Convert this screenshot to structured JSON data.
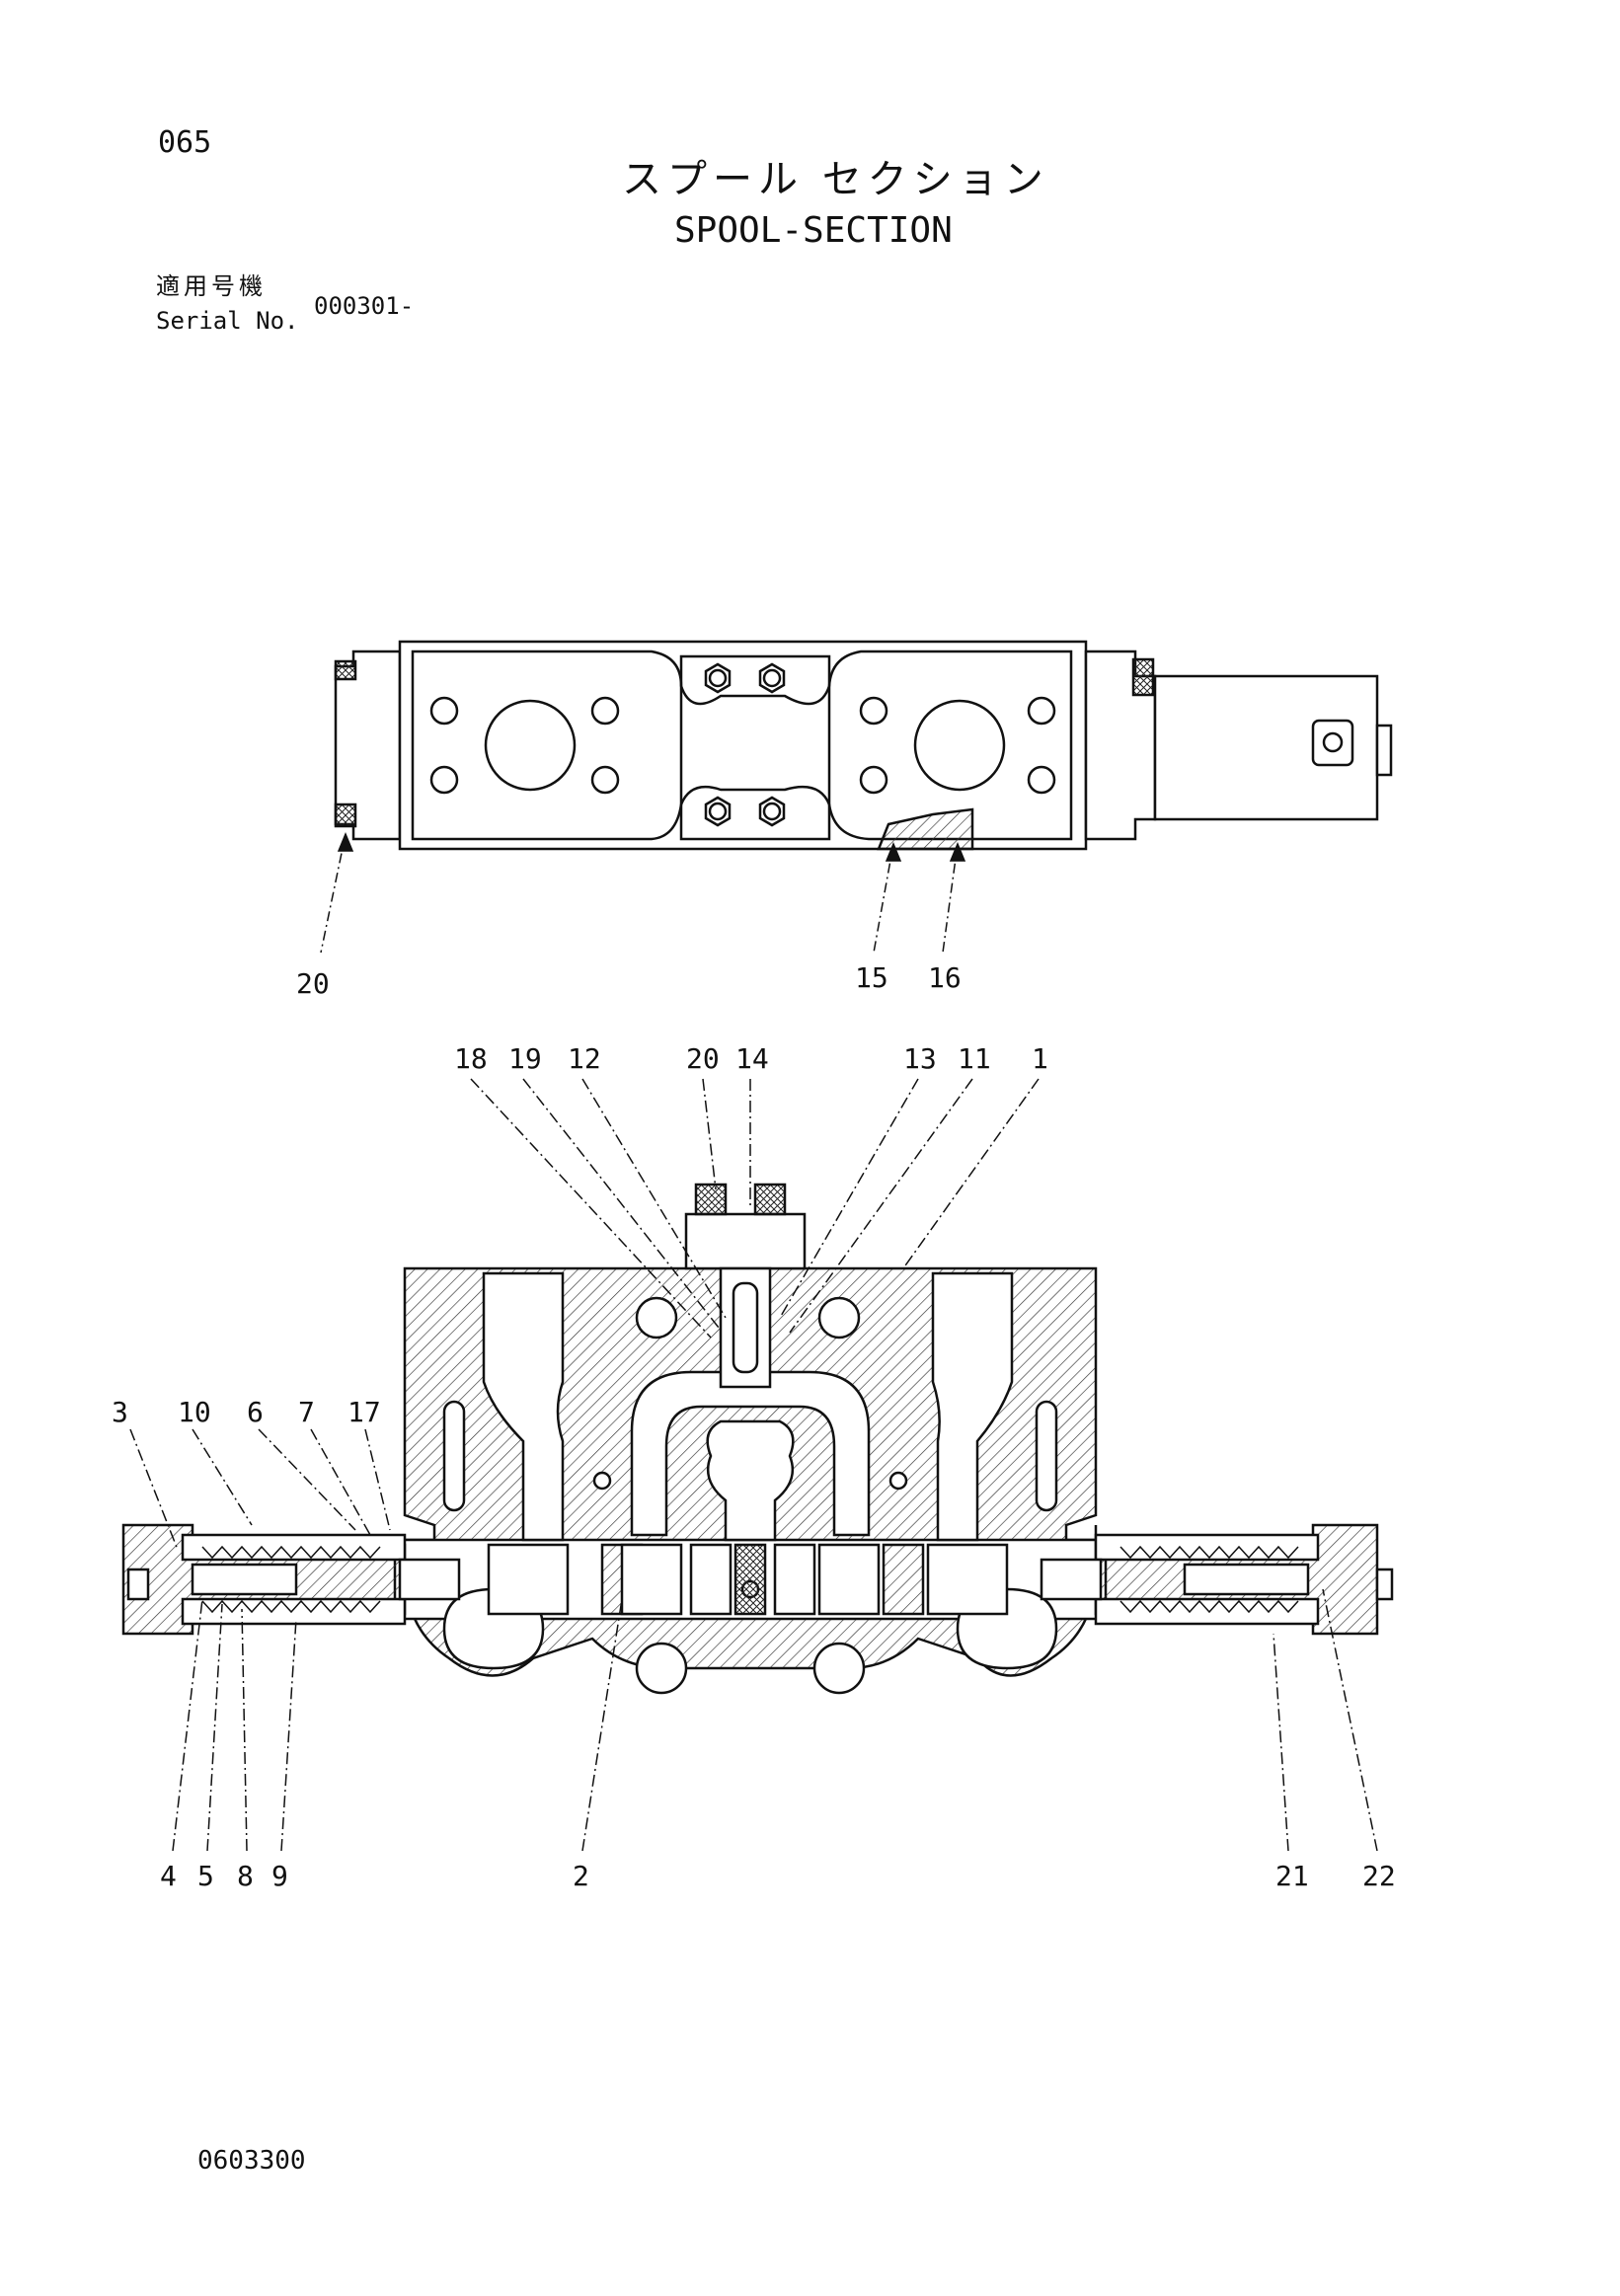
{
  "page_number": "065",
  "title_japanese": "スプール セクション",
  "title_english": "SPOOL-SECTION",
  "serial_label_japanese": "適用号機",
  "serial_label_english": "Serial No.",
  "serial_value": "000301-",
  "document_code": "0603300",
  "callouts": [
    "1",
    "2",
    "3",
    "4",
    "5",
    "6",
    "7",
    "8",
    "9",
    "10",
    "11",
    "12",
    "13",
    "14",
    "15",
    "16",
    "17",
    "18",
    "19",
    "20",
    "21",
    "22"
  ],
  "top_view_labels": {
    "left": "20",
    "right_a": "15",
    "right_b": "16"
  },
  "section_top_labels": [
    "18",
    "19",
    "12",
    "20",
    "14",
    "13",
    "11",
    "1"
  ],
  "section_left_labels": [
    "3",
    "10",
    "6",
    "7",
    "17"
  ],
  "section_bottom_left_labels": [
    "4",
    "5",
    "8",
    "9"
  ],
  "section_bottom_center_label": "2",
  "section_bottom_right_labels": [
    "21",
    "22"
  ]
}
